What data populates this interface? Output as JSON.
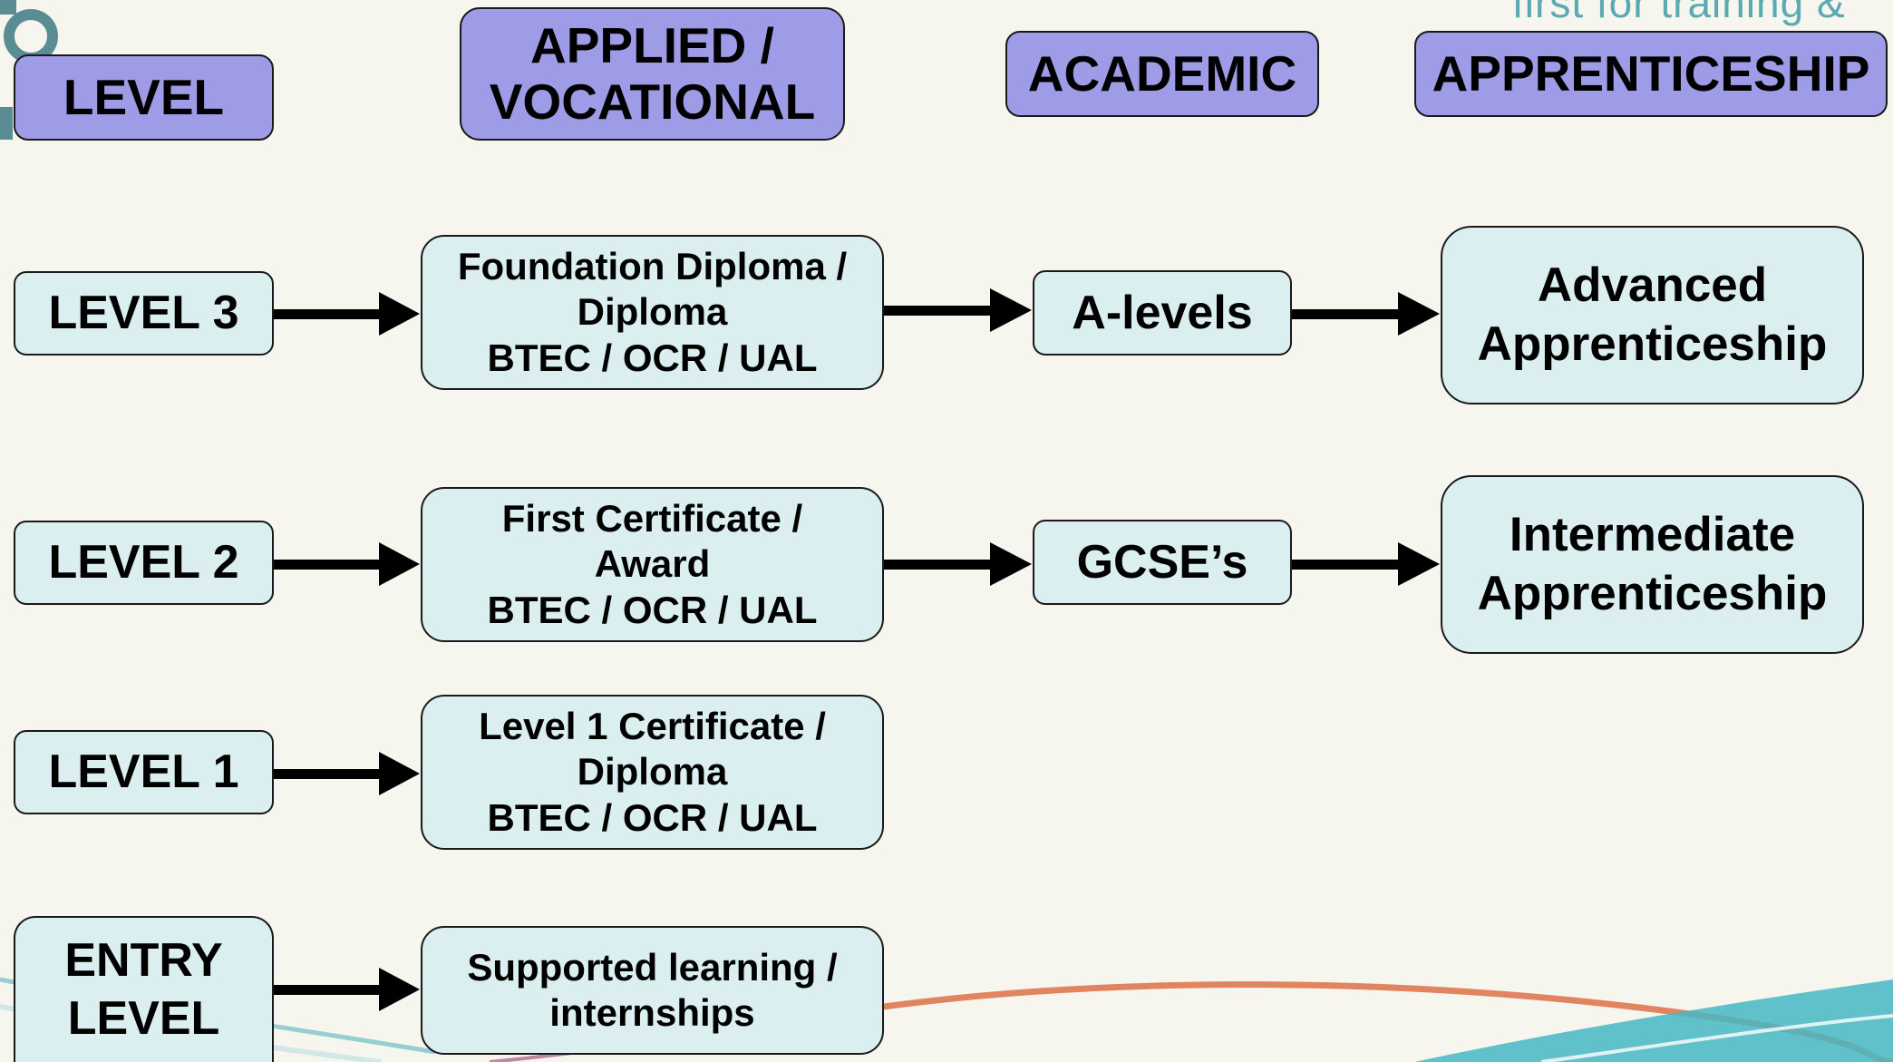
{
  "tagline": "first for training &",
  "headers": {
    "level": "LEVEL",
    "vocational": "APPLIED /\nVOCATIONAL",
    "academic": "ACADEMIC",
    "apprenticeship": "APPRENTICESHIP"
  },
  "rows": {
    "level3": {
      "level": "LEVEL 3",
      "vocational": "Foundation Diploma /\nDiploma\nBTEC / OCR / UAL",
      "academic": "A-levels",
      "apprenticeship": "Advanced\nApprenticeship"
    },
    "level2": {
      "level": "LEVEL 2",
      "vocational": "First Certificate /\nAward\nBTEC / OCR / UAL",
      "academic": "GCSE’s",
      "apprenticeship": "Intermediate\nApprenticeship"
    },
    "level1": {
      "level": "LEVEL 1",
      "vocational": "Level 1 Certificate /\nDiploma\nBTEC / OCR / UAL"
    },
    "entry": {
      "level": "ENTRY\nLEVEL",
      "vocational": "Supported learning /\ninternships"
    }
  },
  "colors": {
    "header_fill": "#9e9ce6",
    "cell_fill": "#dbeff1",
    "background": "#f7f6ee",
    "brand_teal": "#5aa9b4"
  }
}
